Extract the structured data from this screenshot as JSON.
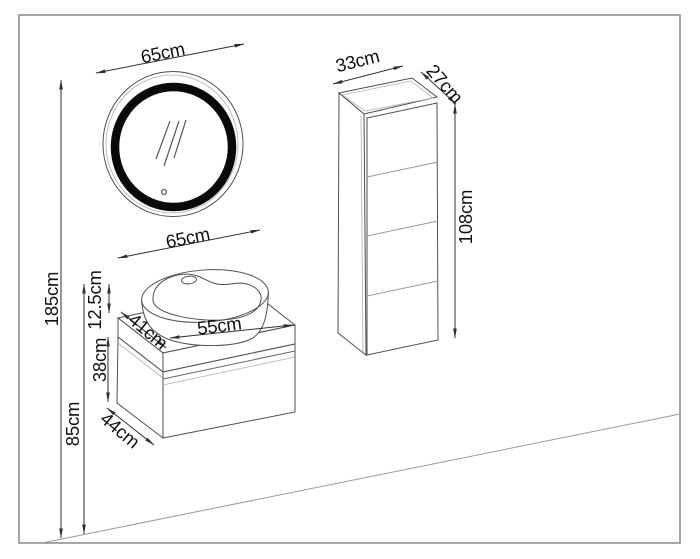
{
  "drawing": {
    "type": "bathroom-furniture-dimension-diagram",
    "unit": "cm",
    "colors": {
      "background": "#ffffff",
      "frame_border": "#8f8f8f",
      "furniture_line": "#4f4f4f",
      "dimension_line": "#2f2f2f",
      "led_ring": "#0a0a0a",
      "text": "#111111"
    }
  },
  "dims": {
    "mirror": {
      "width": "65cm"
    },
    "side_cabinet": {
      "width": "33cm",
      "depth": "27cm",
      "height": "108cm"
    },
    "vanity": {
      "width": "65cm",
      "counter_depth": "41cm",
      "counter_front_width": "55cm",
      "basin_height": "12.5cm",
      "cabinet_height": "38cm",
      "cabinet_depth": "44cm"
    },
    "overall": {
      "total_height": "185cm",
      "basin_rim_height_from_floor": "85cm"
    }
  }
}
